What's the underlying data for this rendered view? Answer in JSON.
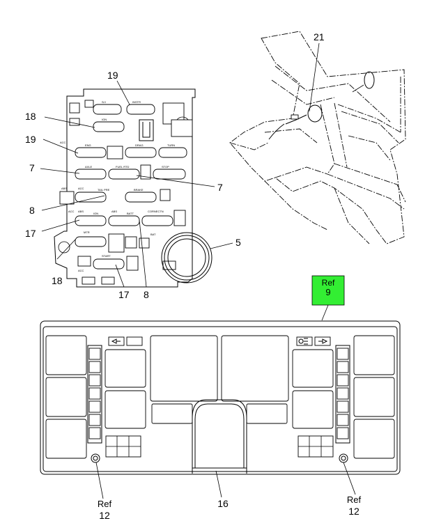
{
  "callouts": {
    "c19a": "19",
    "c18a": "18",
    "c19b": "19",
    "c7a": "7",
    "c7b": "7",
    "c8a": "8",
    "c17a": "17",
    "c18b": "18",
    "c17b": "17",
    "c8b": "8",
    "c5": "5",
    "c21": "21",
    "c16": "16",
    "ref_left": "Ref",
    "ref_left_num": "12",
    "ref_right": "Ref",
    "ref_right_num": "12",
    "ref9": "Ref",
    "ref9_num": "9"
  },
  "fuse_labels": {
    "f_sj": "S/J",
    "f_instr": "INSTR",
    "f_ign": "IGN",
    "f_eng": "ENG",
    "f_drag": "DRAG",
    "f_turn": "TURN",
    "f_axle": "AXLE",
    "f_fuel": "FUEL RTD",
    "f_stop": "STOP",
    "f_tail": "TAIL PRE",
    "f_brake": "BRAKE",
    "f_acc": "ACC",
    "f_abs": "ABS",
    "f_ign2": "IGN",
    "f_batt": "BATT",
    "f_cornectn": "CORNECTN",
    "f_mtr": "MTR",
    "f_start": "START",
    "f_accb": "ACC",
    "f_bat": "BAT",
    "f_acc2": "ACC",
    "f_abs2": "ABS",
    "f_abs3": "ABS",
    "f_acc3": "ACC"
  },
  "colors": {
    "ref9_fill": "#33ee33",
    "ink": "#000000"
  }
}
